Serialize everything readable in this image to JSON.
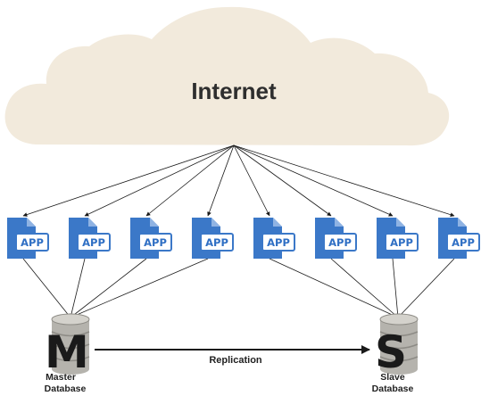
{
  "cloud": {
    "label": "Internet",
    "fill": "#f2eadc"
  },
  "apps": [
    {
      "label": "APP",
      "connects_to": "master"
    },
    {
      "label": "APP",
      "connects_to": "master"
    },
    {
      "label": "APP",
      "connects_to": "master"
    },
    {
      "label": "APP",
      "connects_to": "master"
    },
    {
      "label": "APP",
      "connects_to": "slave"
    },
    {
      "label": "APP",
      "connects_to": "slave"
    },
    {
      "label": "APP",
      "connects_to": "slave"
    },
    {
      "label": "APP",
      "connects_to": "slave"
    }
  ],
  "master": {
    "letter": "M",
    "label_line1": "Master",
    "label_line2": "Database"
  },
  "slave": {
    "letter": "S",
    "label_line1": "Slave",
    "label_line2": "Database"
  },
  "replication": {
    "label": "Replication"
  },
  "colors": {
    "app_blue": "#3b78c8",
    "app_fold": "#8fb3e3",
    "db_gray": "#b5b3ad",
    "db_dark": "#6f6d68",
    "arrow": "#1a1a1a"
  }
}
